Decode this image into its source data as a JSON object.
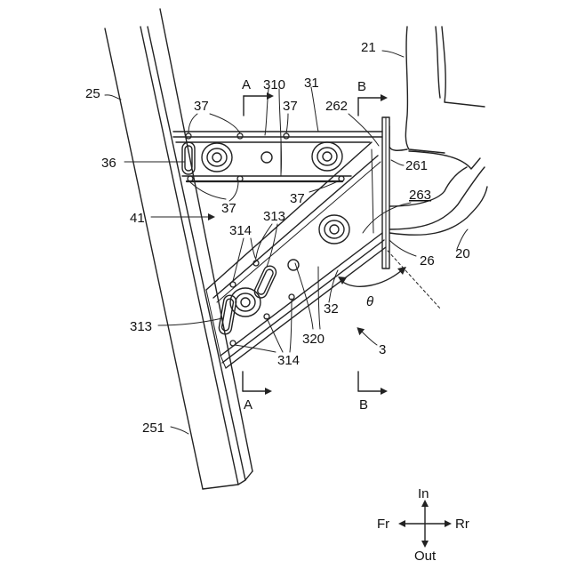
{
  "labels": {
    "l21": "21",
    "l25": "25",
    "l310": "310",
    "l31": "31",
    "l37a": "37",
    "l37b": "37",
    "l37c": "37",
    "l37d": "37",
    "l262": "262",
    "l36": "36",
    "l261": "261",
    "l41": "41",
    "l263": "263",
    "l313a": "313",
    "l313b": "313",
    "l314a": "314",
    "l314b": "314",
    "l26": "26",
    "l20": "20",
    "l32": "32",
    "theta": "θ",
    "l320": "320",
    "l3": "3",
    "l251": "251",
    "secA_top": "A",
    "secB_top": "B",
    "secA_bot": "A",
    "secB_bot": "B"
  },
  "compass": {
    "in": "In",
    "out": "Out",
    "fr": "Fr",
    "rr": "Rr"
  }
}
